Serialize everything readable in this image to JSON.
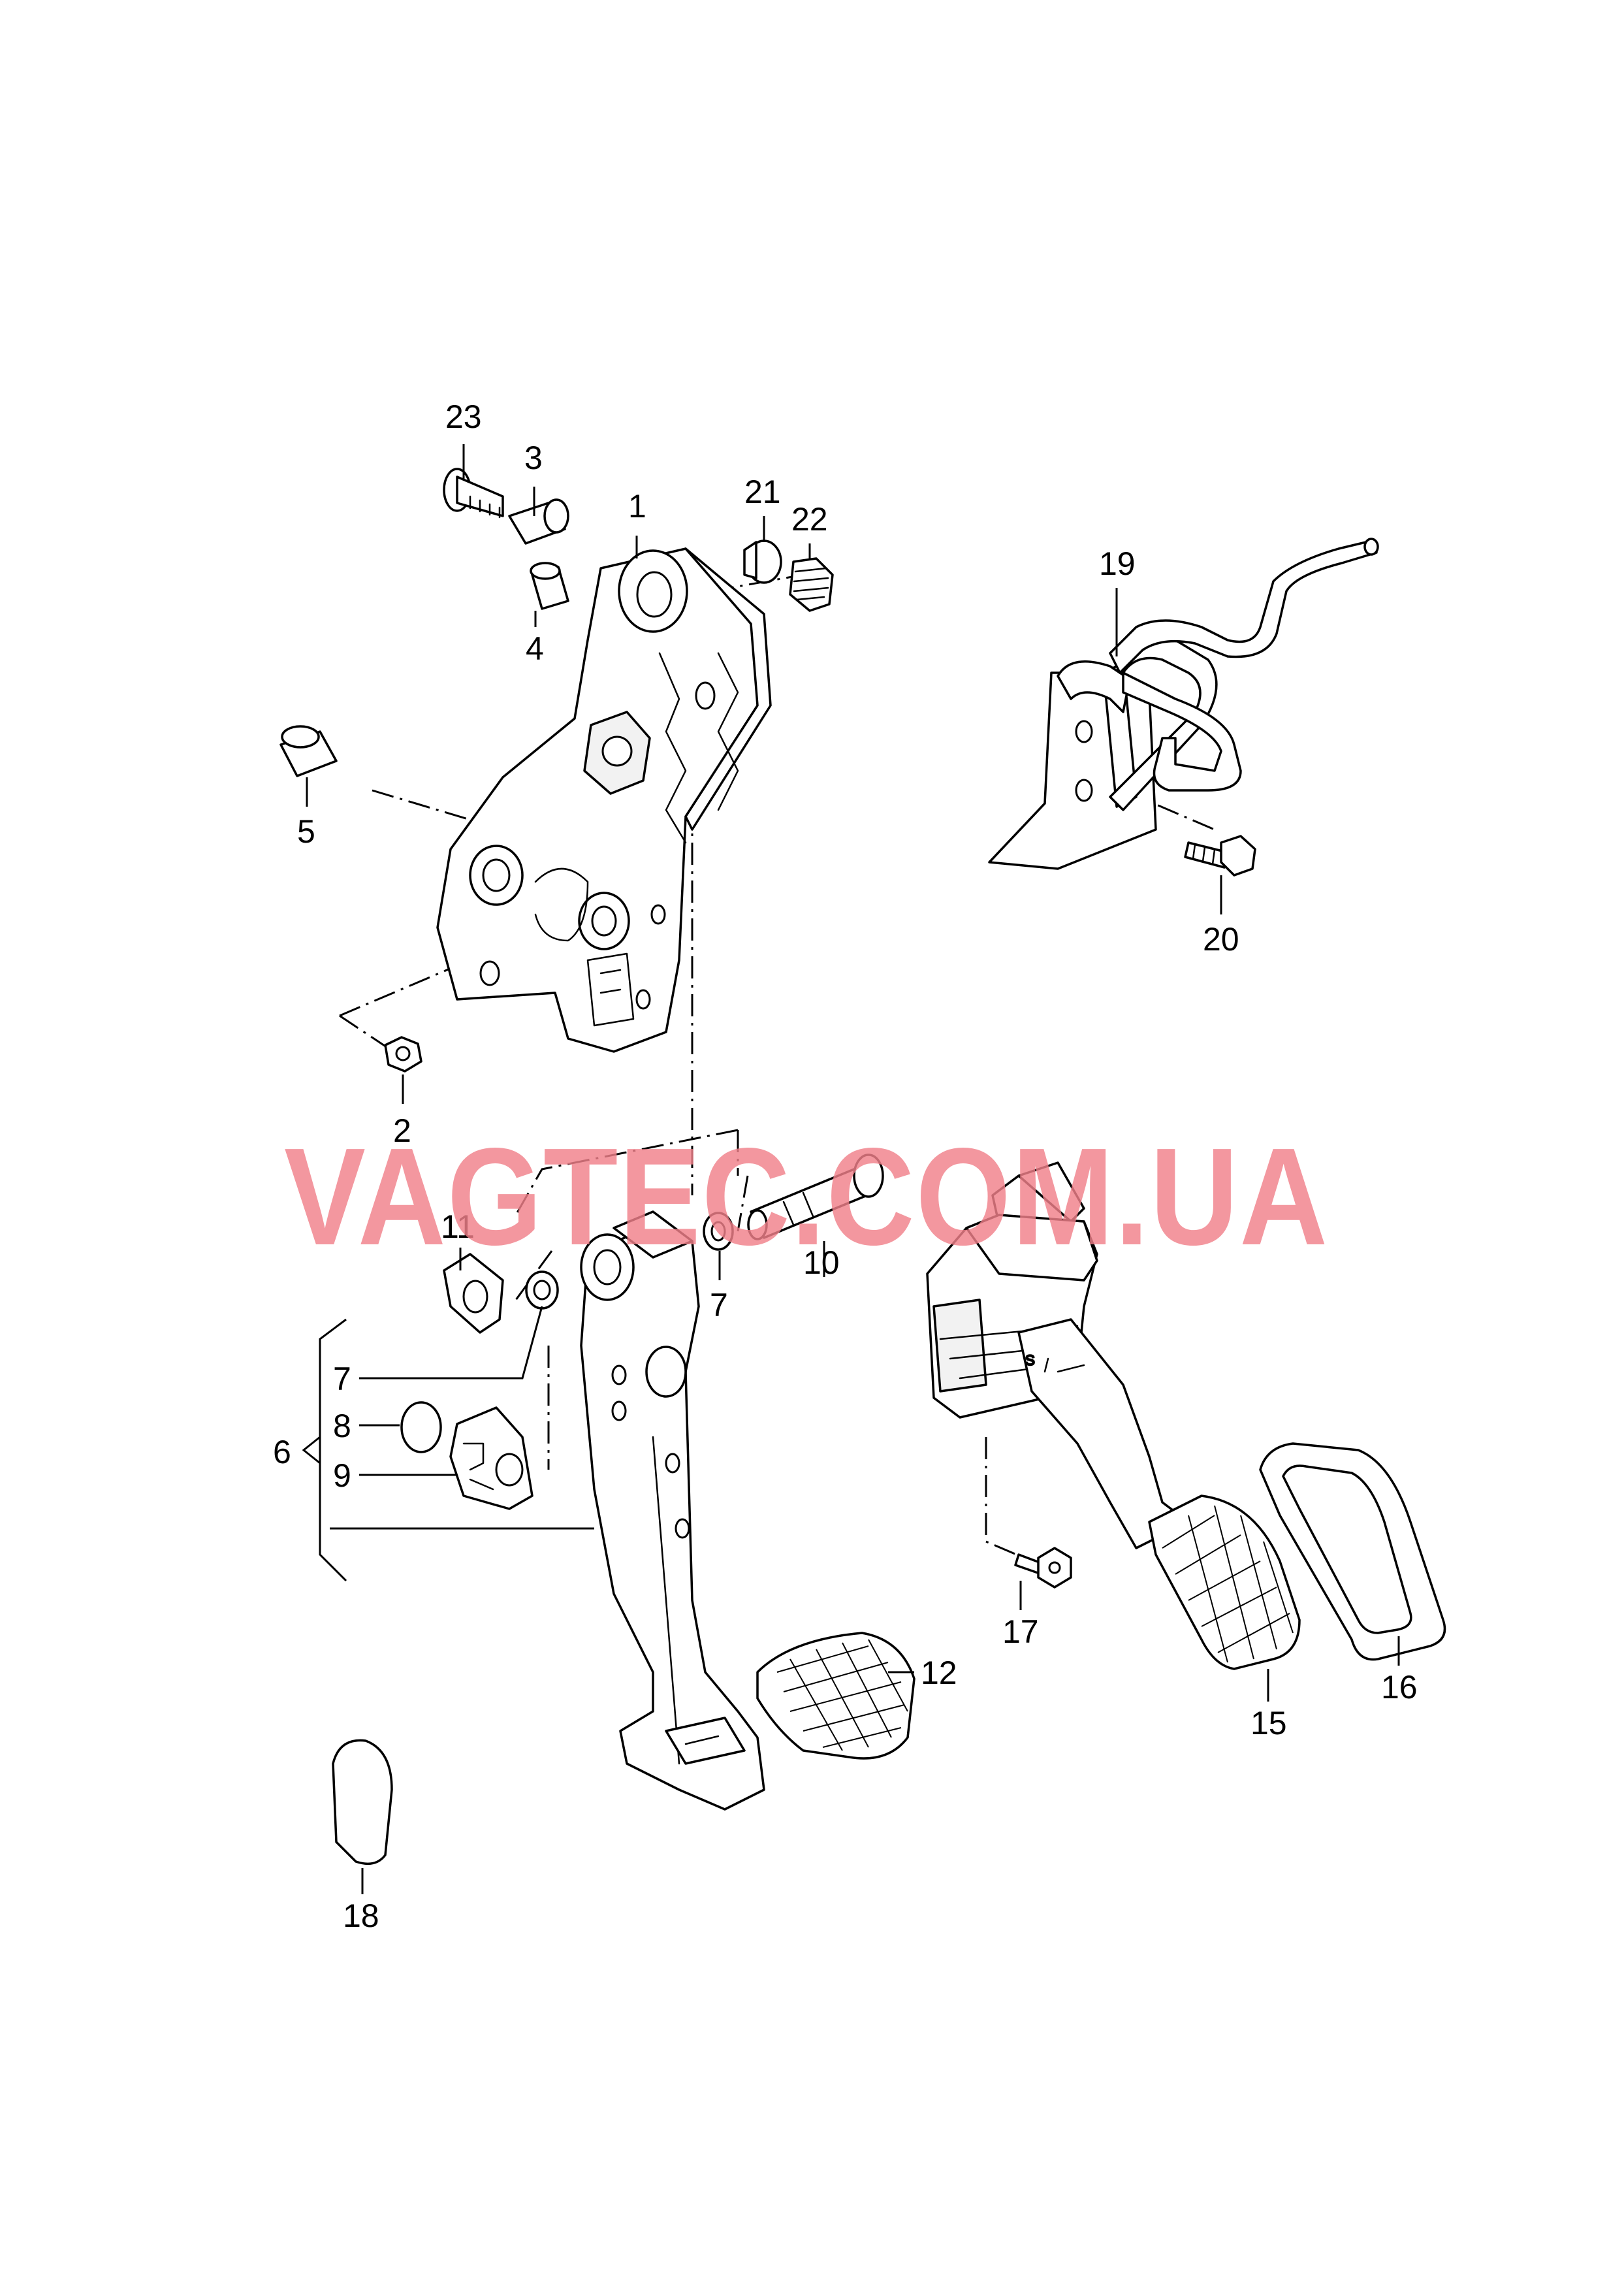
{
  "watermark": "VAGTEC.COM.UA",
  "callouts": {
    "c1": "1",
    "c2": "2",
    "c3": "3",
    "c4": "4",
    "c5": "5",
    "c6": "6",
    "c7a": "7",
    "c7b": "7",
    "c8": "8",
    "c9": "9",
    "c10": "10",
    "c11": "11",
    "c12": "12",
    "c15": "15",
    "c16": "16",
    "c17": "17",
    "c18": "18",
    "c19": "19",
    "c20": "20",
    "c21": "21",
    "c22": "22",
    "c23": "23"
  },
  "colors": {
    "line": "#000000",
    "watermark": "#f0808a",
    "background": "#ffffff"
  }
}
